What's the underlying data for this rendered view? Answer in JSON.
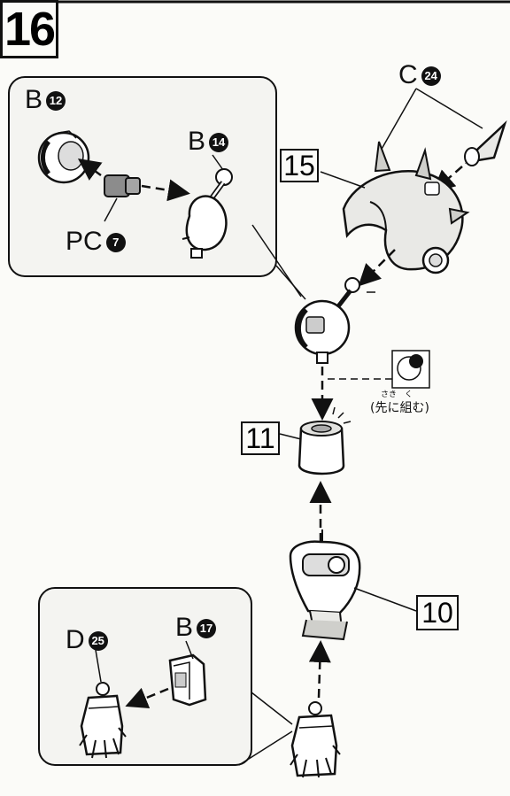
{
  "step_number": "16",
  "subassembly_labels": {
    "b15": "15",
    "b11": "11",
    "b10": "10"
  },
  "parts": {
    "c24": {
      "letter": "C",
      "num": "24"
    },
    "b12": {
      "letter": "B",
      "num": "12"
    },
    "b14": {
      "letter": "B",
      "num": "14"
    },
    "pc7": {
      "letter": "PC",
      "num": "7"
    },
    "d25": {
      "letter": "D",
      "num": "25"
    },
    "b17": {
      "letter": "B",
      "num": "17"
    }
  },
  "note": "(先に組む)",
  "note_ruby": "さき　く",
  "colors": {
    "ink": "#111111",
    "paper": "#fbfbf8",
    "part_fill": "#ffffff",
    "grey_part": "#8c8c8c",
    "panel_fill": "#f4f4f1"
  }
}
